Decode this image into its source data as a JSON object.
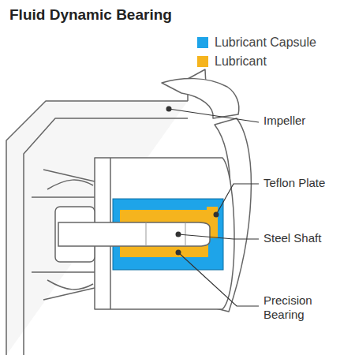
{
  "diagram": {
    "title": "Fluid Dynamic Bearing",
    "labels": [
      "Impeller",
      "Teflon Plate",
      "Steel Shaft",
      "Precision Bearing"
    ],
    "legend": [
      {
        "text": "Lubricant Capsule",
        "color": "#1ea4e9"
      },
      {
        "text": "Lubricant",
        "color": "#f5b41e"
      }
    ]
  }
}
